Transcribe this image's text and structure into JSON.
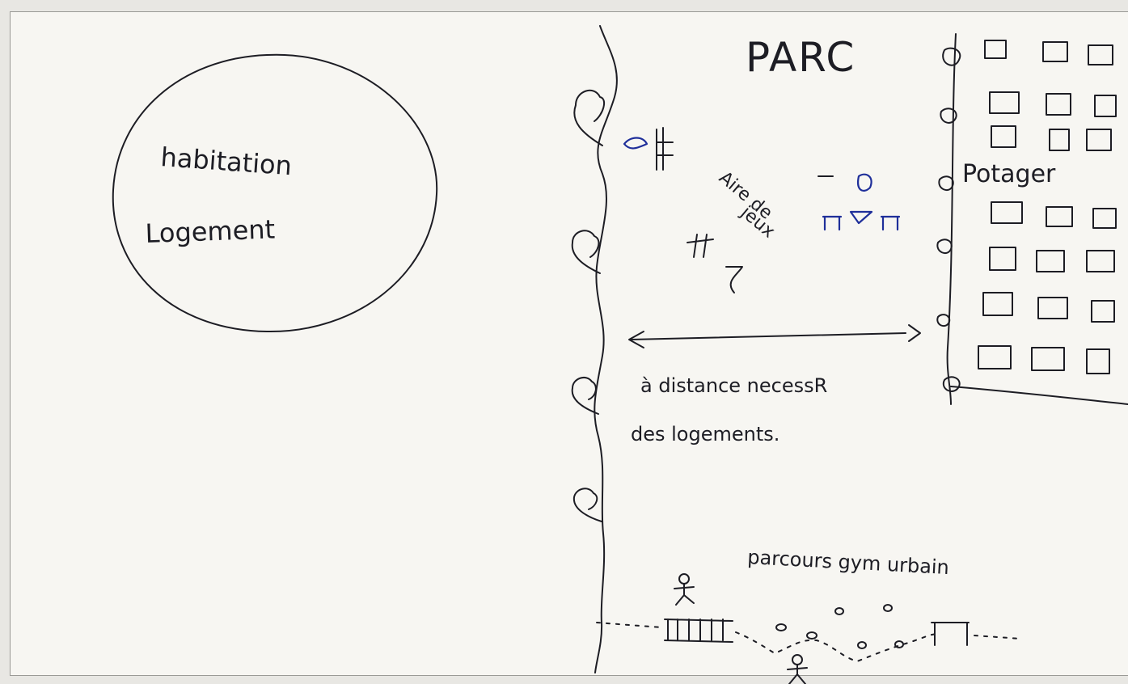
{
  "zone_left": {
    "line1": "habitation",
    "line2": "Logement"
  },
  "parc": {
    "title": "PARC",
    "playground_label_line1": "Aire de",
    "playground_label_line2": "jeux",
    "potager_label": "Potager",
    "distance_line1": "à distance necessR",
    "distance_line2": "des logements.",
    "gym_label": "parcours gym urbain"
  },
  "colors": {
    "paper": "#f7f6f2",
    "ink": "#1d1d24",
    "blue_ink": "#1f2f9a"
  }
}
